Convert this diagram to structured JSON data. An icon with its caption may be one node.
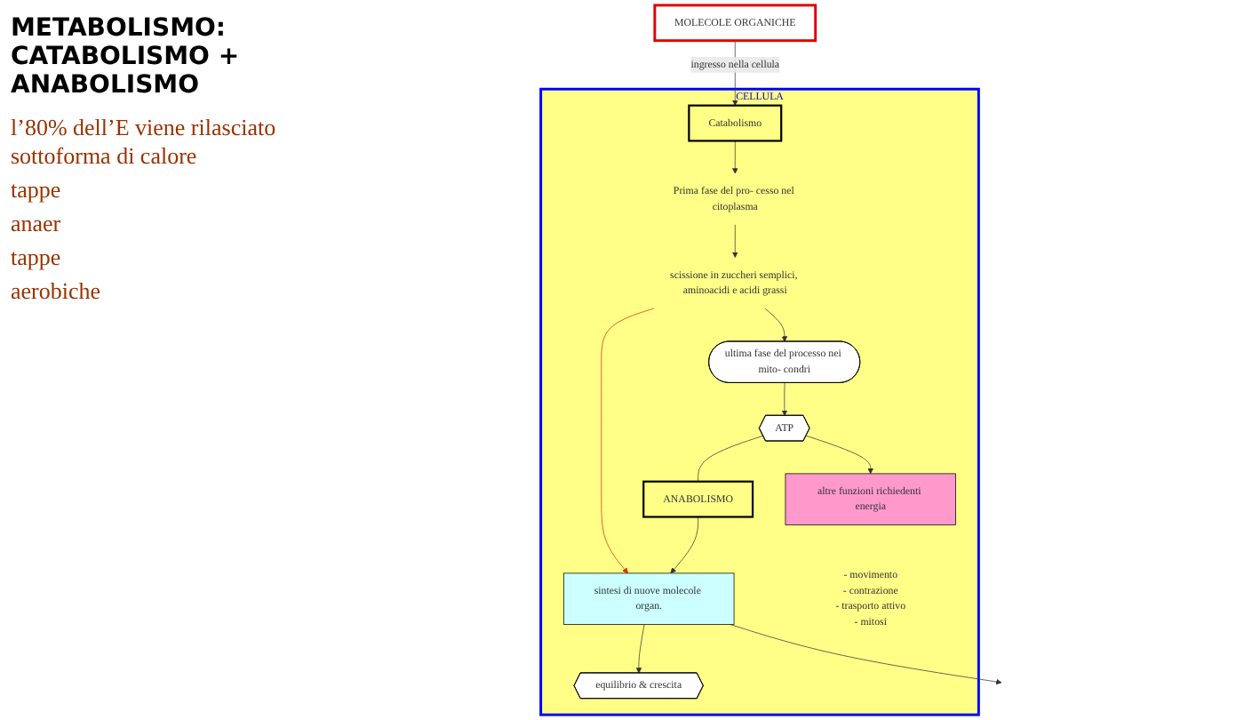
{
  "diagram": {
    "title": "METABOLISMO: CATABOLISMO + ANABOLISMO",
    "nodes": [
      {
        "text": [
          "MOLECOLE ORGANICHE"
        ]
      },
      {
        "text": [
          "CELLULA"
        ]
      },
      {
        "text": [
          "Catabolismo"
        ],
        "in": 1
      },
      {
        "text": [
          "Prima fase del pro- cesso nel citoplasma"
        ],
        "in": 1
      },
      {
        "text": [
          "scissione in zuccheri semplici, aminoacidi e acidi grassi"
        ],
        "in": 1
      },
      {
        "text": [
          "ultima fase del processo nei mito- condri"
        ],
        "in": 1
      },
      {
        "text": [
          "ATP"
        ],
        "in": 1
      },
      {
        "text": [
          "ANABOLISMO"
        ],
        "in": 1
      },
      {
        "text": [
          "sintesi di nuove molecole organ."
        ],
        "in": 1
      },
      {
        "text": [
          "equilibrio & crescita"
        ],
        "in": 1
      },
      {
        "text": [
          "altre funzioni richiedenti energia"
        ],
        "in": 1,
        "beside": [
          "- movimento",
          "- contrazione",
          "- trasporto attivo",
          "- mitosi"
        ]
      }
    ],
    "edges": [
      {
        "from": 0,
        "to": 2,
        "arrow": "to",
        "label": "ingresso nella cellula"
      },
      {
        "from": 2,
        "to": 3,
        "arrow": "to"
      },
      {
        "from": 3,
        "to": 4,
        "arrow": "to"
      },
      {
        "from": 4,
        "to": 5,
        "arrow": "to"
      },
      {
        "from": 5,
        "to": 6,
        "arrow": "to"
      },
      {
        "from": 6,
        "to": 7,
        "arrow": "none"
      },
      {
        "from": 7,
        "to": 8,
        "arrow": "to"
      },
      {
        "from": 6,
        "to": 10,
        "arrow": "to"
      },
      {
        "from": 8,
        "to": 9,
        "arrow": "to"
      },
      {
        "from": 4,
        "to": 8,
        "arrow": "to",
        "color": "#cc3300"
      },
      {
        "from": 8,
        "to": null,
        "arrow": "to"
      }
    ],
    "labels": [
      "l’80% dell’E viene rilasciato sottoforma di calore",
      "tappe",
      "anaer",
      "tappe",
      "aerobiche"
    ]
  }
}
